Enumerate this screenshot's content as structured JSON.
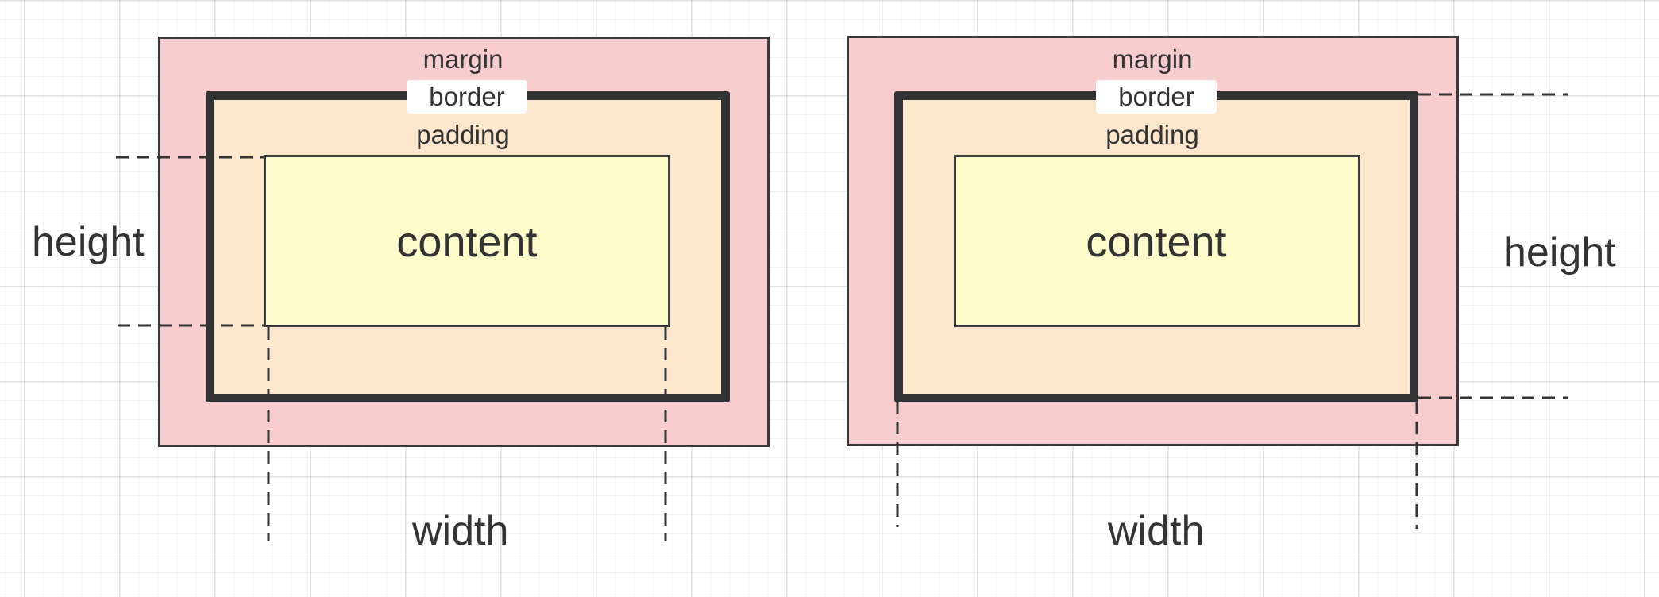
{
  "colors": {
    "margin_fill": "#F7CCCC",
    "padding_fill": "#FCE6CC",
    "content_fill": "#FFFDCC",
    "stroke": "#333333",
    "grid": "#E6E6E6"
  },
  "diagrams": [
    {
      "margin_label": "margin",
      "border_label": "border",
      "padding_label": "padding",
      "content_label": "content",
      "width_label": "width",
      "height_label": "height"
    },
    {
      "margin_label": "margin",
      "border_label": "border",
      "padding_label": "padding",
      "content_label": "content",
      "width_label": "width",
      "height_label": "height"
    }
  ]
}
